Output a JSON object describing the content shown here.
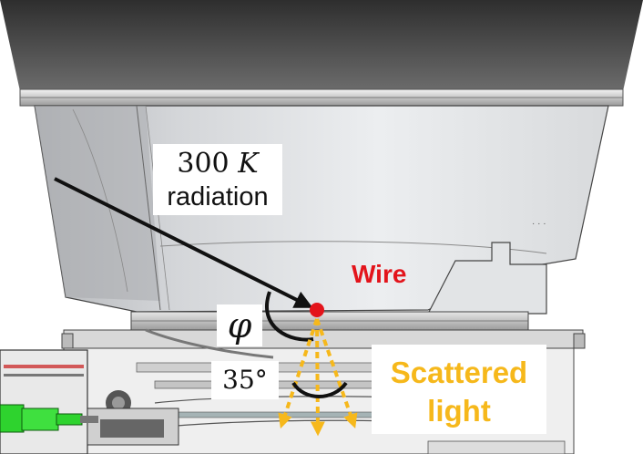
{
  "diagram": {
    "radiation_label": {
      "value": "300",
      "unit": "K",
      "word": "radiation"
    },
    "wire_label": "Wire",
    "phi_label": "φ",
    "angle_label": "35°",
    "scattered_label": {
      "line1": "Scattered",
      "line2": "light"
    },
    "colors": {
      "wire": "#e3141b",
      "scattered_light": "#f6b81b",
      "radiation_arrow": "#111111",
      "green_connector": "#2ed32e"
    }
  }
}
